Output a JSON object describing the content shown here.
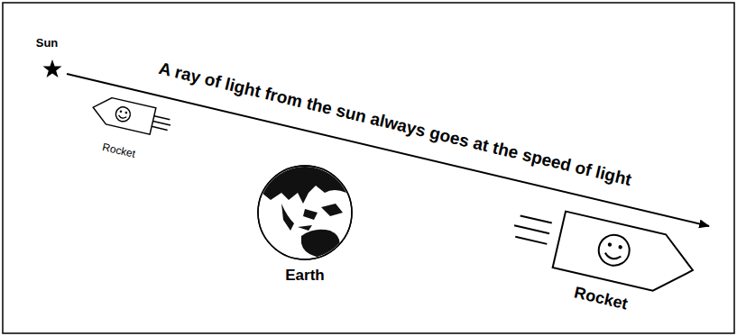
{
  "diagram": {
    "labels": [
      "Sun",
      "A ray of light from the sun always goes at the speed of light",
      "Rocket",
      "Earth",
      "Rocket"
    ]
  }
}
